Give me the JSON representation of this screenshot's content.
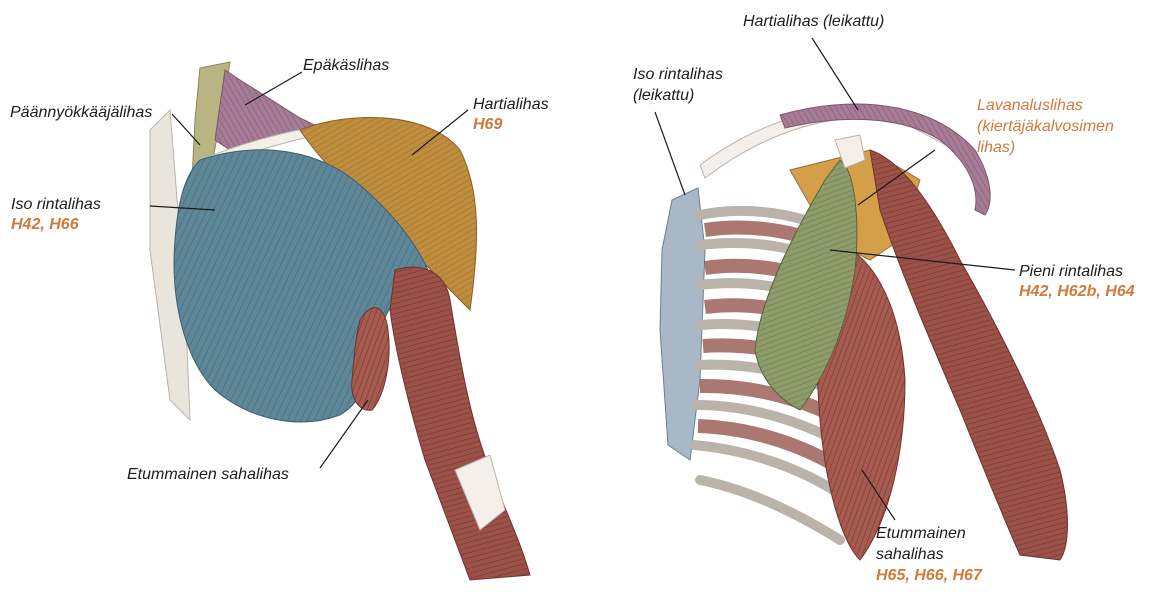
{
  "left_figure": {
    "labels": {
      "trapezius": "Epäkäslihas",
      "sternocleidomastoid": "Päännyökkääjälihas",
      "deltoid": "Hartialihas",
      "deltoid_ref": "H69",
      "pectoralis_major": "Iso rintalihas",
      "pectoralis_major_ref": "H42, H66",
      "serratus_anterior": "Etummainen sahalihas"
    }
  },
  "right_figure": {
    "labels": {
      "deltoid_cut": "Hartialihas (leikattu)",
      "pectoralis_major_cut_1": "Iso rintalihas",
      "pectoralis_major_cut_2": "(leikattu)",
      "subscapularis_1": "Lavanaluslihas",
      "subscapularis_2": "(kiertäjäkalvosimen",
      "subscapularis_3": "lihas)",
      "pectoralis_minor": "Pieni rintalihas",
      "pectoralis_minor_ref": "H42, H62b, H64",
      "serratus_anterior_1": "Etummainen",
      "serratus_anterior_2": "sahalihas",
      "serratus_anterior_ref": "H65, H66, H67"
    }
  },
  "colors": {
    "label_text": "#1c1c1c",
    "reference_orange": "#d07a3c",
    "pectoralis_blue": "#5e8797",
    "deltoid_ochre": "#bf8d3e",
    "trapezius_purple": "#a67b95",
    "sternocleidomastoid_green": "#b9b583",
    "muscle_red": "#9b5148",
    "pectoralis_minor_green": "#8e9c6b",
    "subscapularis_orange": "#d59f4a",
    "cartilage_blue": "#a9b8c7",
    "bone_white": "#f4efe9"
  }
}
